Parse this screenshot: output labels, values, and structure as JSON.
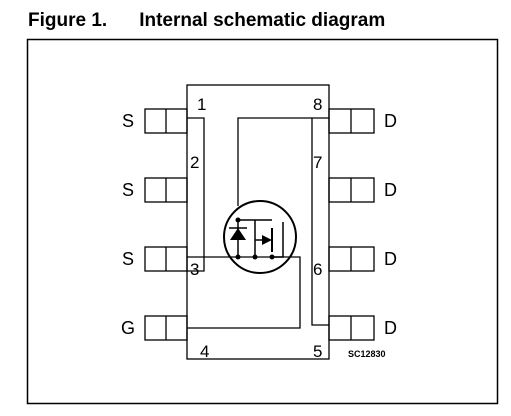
{
  "figure": {
    "number": "Figure 1.",
    "title": "Internal schematic diagram"
  },
  "pins": [
    {
      "number": "1",
      "label": "S"
    },
    {
      "number": "2",
      "label": "S"
    },
    {
      "number": "3",
      "label": "S"
    },
    {
      "number": "4",
      "label": "G"
    },
    {
      "number": "5",
      "label": "D"
    },
    {
      "number": "6",
      "label": "D"
    },
    {
      "number": "7",
      "label": "D"
    },
    {
      "number": "8",
      "label": "D"
    }
  ],
  "drawing_code": "SC12830",
  "colors": {
    "line": "#000000",
    "background": "#ffffff"
  }
}
